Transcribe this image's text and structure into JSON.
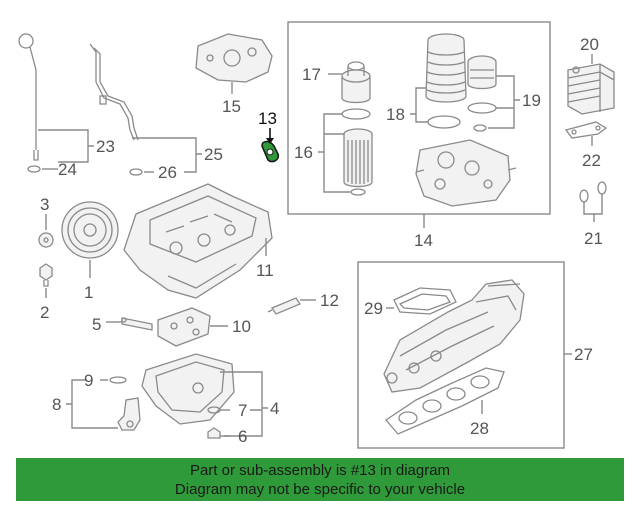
{
  "callouts": {
    "c1": "1",
    "c2": "2",
    "c3": "3",
    "c4": "4",
    "c5": "5",
    "c6": "6",
    "c7": "7",
    "c8": "8",
    "c9": "9",
    "c10": "10",
    "c11": "11",
    "c12": "12",
    "c13": "13",
    "c14": "14",
    "c15": "15",
    "c16": "16",
    "c17": "17",
    "c18": "18",
    "c19": "19",
    "c20": "20",
    "c21": "21",
    "c22": "22",
    "c23": "23",
    "c24": "24",
    "c25": "25",
    "c26": "26",
    "c27": "27",
    "c28": "28",
    "c29": "29"
  },
  "highlighted_part": "13",
  "colors": {
    "highlight": "#2f9a39",
    "lines": "#8a8a8a",
    "labels": "#555555"
  },
  "banner": {
    "line1": "Part or sub-assembly is #13 in diagram",
    "line2": "Diagram may not be specific to your vehicle"
  }
}
